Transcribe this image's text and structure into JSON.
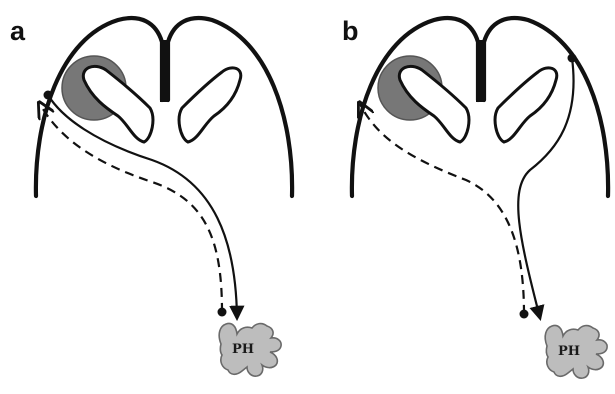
{
  "panels": [
    {
      "letter": "a",
      "hand_label": "PH"
    },
    {
      "letter": "b",
      "hand_label": "PH"
    }
  ],
  "colors": {
    "outline": "#111111",
    "lesion": "#777777",
    "lesion_edge": "#555555",
    "hand_fill": "#bdbdbd",
    "hand_edge": "#6a6a6a",
    "background": "#ffffff"
  },
  "icons": {
    "brain": "brain-coronal-section",
    "lesion": "lesion-circle",
    "hand": "hand-icon"
  }
}
